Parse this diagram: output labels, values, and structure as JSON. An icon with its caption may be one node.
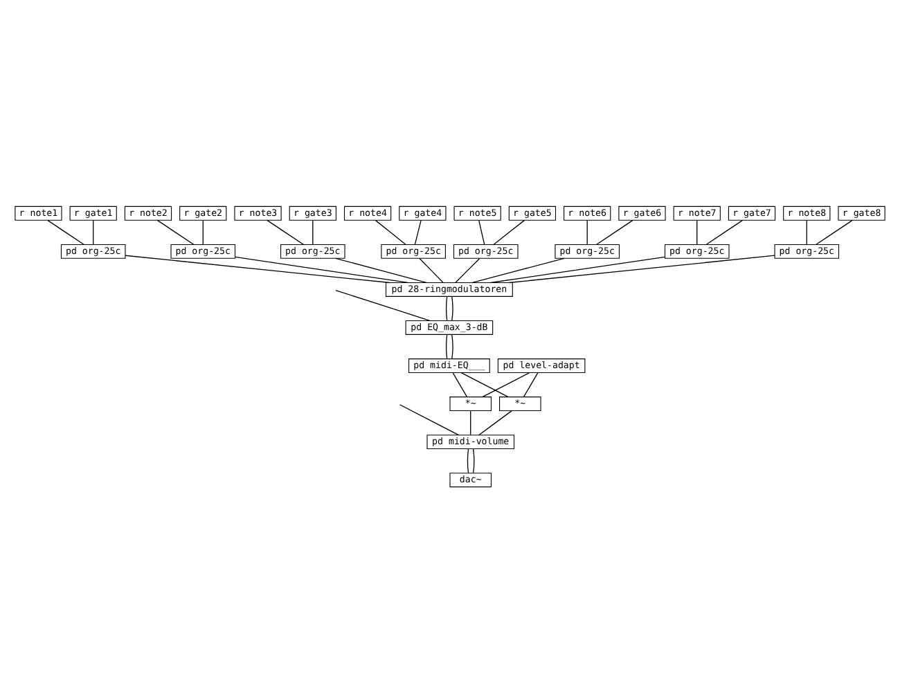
{
  "diagram": {
    "nodes": [
      {
        "text": [
          "r note1"
        ]
      },
      {
        "text": [
          "r note2"
        ]
      },
      {
        "text": [
          "r note3"
        ]
      },
      {
        "text": [
          "r note4"
        ]
      },
      {
        "text": [
          "r note5"
        ]
      },
      {
        "text": [
          "r note6"
        ]
      },
      {
        "text": [
          "r note7"
        ]
      },
      {
        "text": [
          "r note8"
        ]
      },
      {
        "text": [
          "r gate1"
        ]
      },
      {
        "text": [
          "r gate2"
        ]
      },
      {
        "text": [
          "r gate3"
        ]
      },
      {
        "text": [
          "r gate4"
        ]
      },
      {
        "text": [
          "r gate5"
        ]
      },
      {
        "text": [
          "r gate6"
        ]
      },
      {
        "text": [
          "r gate7"
        ]
      },
      {
        "text": [
          "r gate8"
        ]
      },
      {
        "text": [
          "pd org-25c"
        ]
      },
      {
        "text": [
          "pd org-25c"
        ]
      },
      {
        "text": [
          "pd org-25c"
        ]
      },
      {
        "text": [
          "pd org-25c"
        ]
      },
      {
        "text": [
          "pd org-25c"
        ]
      },
      {
        "text": [
          "pd org-25c"
        ]
      },
      {
        "text": [
          "pd org-25c"
        ]
      },
      {
        "text": [
          "pd org-25c"
        ]
      },
      {
        "text": [
          "pd 28-ringmodulatoren"
        ]
      },
      {
        "text": [
          "pd EQ_max_3-dB"
        ]
      },
      {
        "text": [
          "pd midi-EQ___"
        ]
      },
      {
        "text": [
          "pd level-adapt"
        ]
      },
      {
        "text": [
          "*~"
        ]
      },
      {
        "text": [
          "*~"
        ]
      },
      {
        "text": [
          "pd midi-volume"
        ]
      },
      {
        "text": [
          "dac~"
        ]
      }
    ],
    "edges": [
      {
        "from": 0,
        "to": 16,
        "arrow": "none"
      },
      {
        "from": 8,
        "to": 16,
        "arrow": "none"
      },
      {
        "from": 1,
        "to": 17,
        "arrow": "none"
      },
      {
        "from": 9,
        "to": 17,
        "arrow": "none"
      },
      {
        "from": 2,
        "to": 18,
        "arrow": "none"
      },
      {
        "from": 10,
        "to": 18,
        "arrow": "none"
      },
      {
        "from": 3,
        "to": 19,
        "arrow": "none"
      },
      {
        "from": 11,
        "to": 19,
        "arrow": "none"
      },
      {
        "from": 4,
        "to": 20,
        "arrow": "none"
      },
      {
        "from": 12,
        "to": 20,
        "arrow": "none"
      },
      {
        "from": 5,
        "to": 21,
        "arrow": "none"
      },
      {
        "from": 13,
        "to": 21,
        "arrow": "none"
      },
      {
        "from": 6,
        "to": 22,
        "arrow": "none"
      },
      {
        "from": 14,
        "to": 22,
        "arrow": "none"
      },
      {
        "from": 7,
        "to": 23,
        "arrow": "none"
      },
      {
        "from": 15,
        "to": 23,
        "arrow": "none"
      },
      {
        "from": 16,
        "to": 24,
        "arrow": "none"
      },
      {
        "from": 17,
        "to": 24,
        "arrow": "none"
      },
      {
        "from": 18,
        "to": 24,
        "arrow": "none"
      },
      {
        "from": 19,
        "to": 24,
        "arrow": "none"
      },
      {
        "from": 20,
        "to": 24,
        "arrow": "none"
      },
      {
        "from": 21,
        "to": 24,
        "arrow": "none"
      },
      {
        "from": 22,
        "to": 24,
        "arrow": "none"
      },
      {
        "from": 23,
        "to": 24,
        "arrow": "none"
      },
      {
        "from": null,
        "to": 25,
        "arrow": "none"
      },
      {
        "from": 24,
        "to": 25,
        "arrow": "none"
      },
      {
        "from": 24,
        "to": 25,
        "arrow": "none"
      },
      {
        "from": 25,
        "to": 26,
        "arrow": "none"
      },
      {
        "from": 25,
        "to": 26,
        "arrow": "none"
      },
      {
        "from": 26,
        "to": 28,
        "arrow": "none"
      },
      {
        "from": 26,
        "to": 29,
        "arrow": "none"
      },
      {
        "from": 27,
        "to": 28,
        "arrow": "none"
      },
      {
        "from": 27,
        "to": 29,
        "arrow": "none"
      },
      {
        "from": null,
        "to": 30,
        "arrow": "none"
      },
      {
        "from": 28,
        "to": 30,
        "arrow": "none"
      },
      {
        "from": 29,
        "to": 30,
        "arrow": "none"
      },
      {
        "from": 30,
        "to": 31,
        "arrow": "none"
      },
      {
        "from": 30,
        "to": 31,
        "arrow": "none"
      }
    ]
  }
}
